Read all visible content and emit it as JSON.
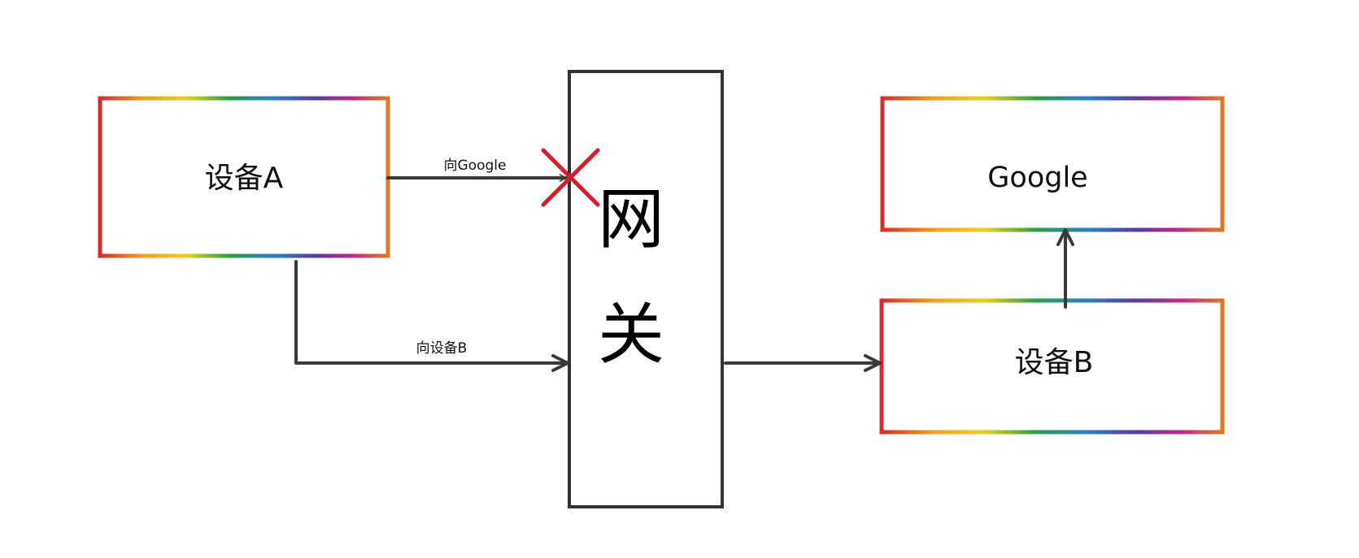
{
  "nodes": {
    "device_a": {
      "label": "设备A"
    },
    "gateway": {
      "chars": [
        "网",
        "关"
      ]
    },
    "google": {
      "label": "Google"
    },
    "device_b": {
      "label": "设备B"
    }
  },
  "edges": {
    "a_to_google": {
      "label": "向Google",
      "blocked": true
    },
    "a_to_device_b": {
      "label": "向设备B"
    },
    "gateway_to_device_b": {
      "label": ""
    },
    "device_b_to_google": {
      "label": ""
    }
  },
  "colors": {
    "edge": "#3a3a3a",
    "gateway_border": "#333333",
    "blocked_mark": "#d0202e",
    "rainbow": [
      "#d62b2b",
      "#f0a020",
      "#e8d020",
      "#2aa040",
      "#2a80c8",
      "#5a3aa0",
      "#c02a8a",
      "#e07820"
    ]
  }
}
